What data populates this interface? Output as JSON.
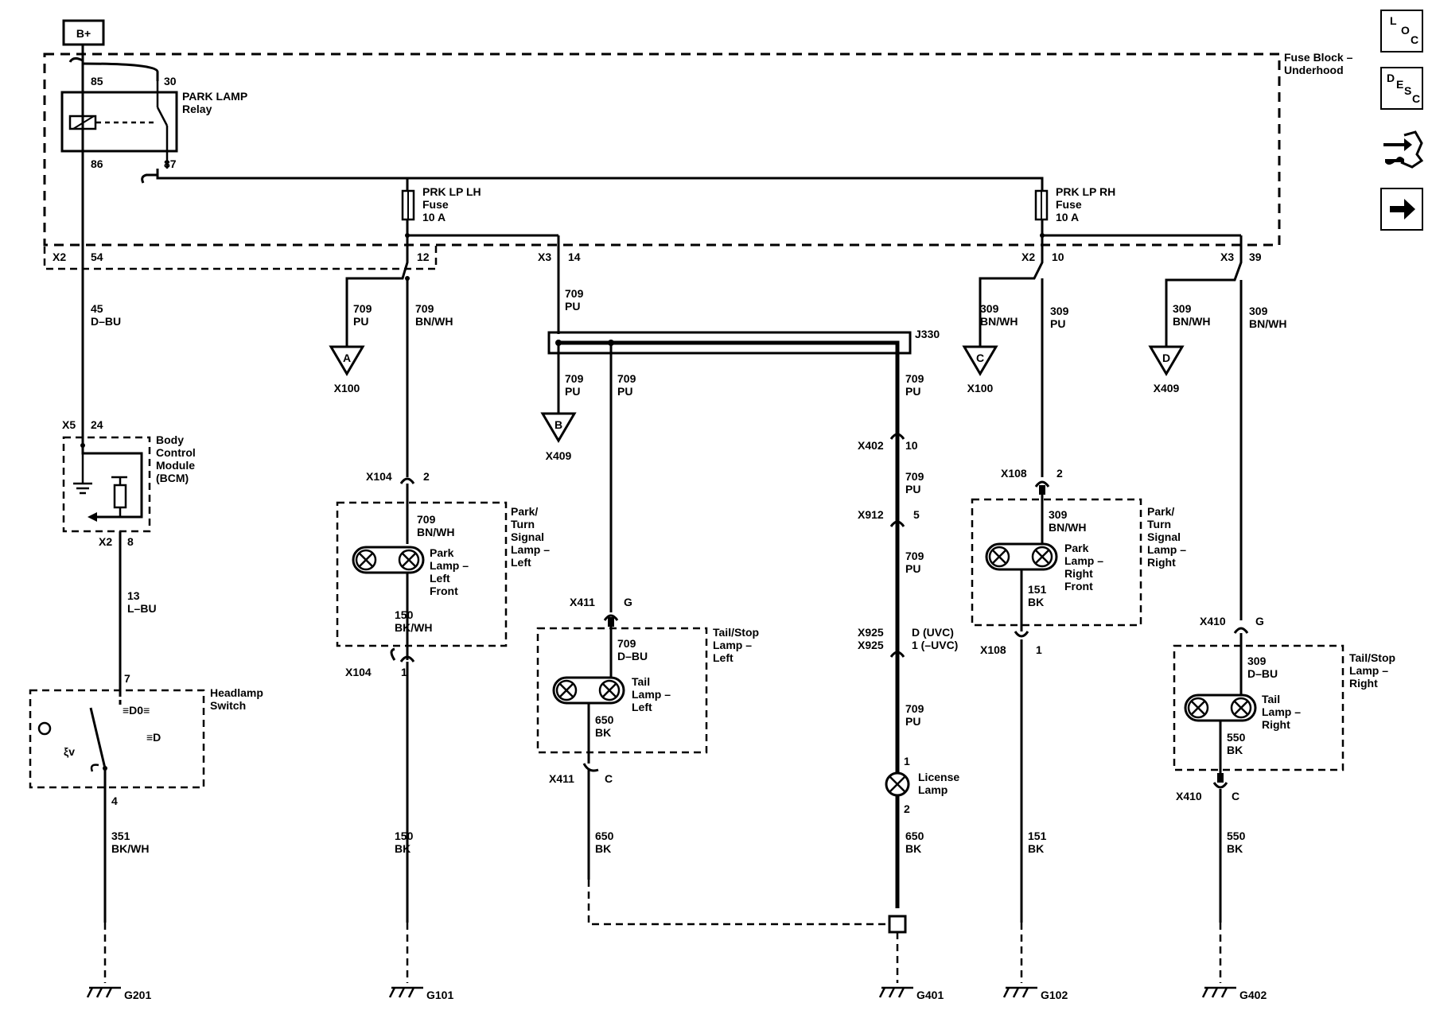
{
  "power_label": "B+",
  "fuse_block": {
    "l1": "Fuse Block –",
    "l2": "Underhood"
  },
  "relay": {
    "l1": "PARK LAMP",
    "l2": "Relay",
    "p85": "85",
    "p30": "30",
    "p86": "86",
    "p87": "87"
  },
  "fuse_lh": {
    "l1": "PRK LP LH",
    "l2": "Fuse",
    "l3": "10 A"
  },
  "fuse_rh": {
    "l1": "PRK LP RH",
    "l2": "Fuse",
    "l3": "10 A"
  },
  "conn": {
    "x2a": "X2",
    "p54": "54",
    "p12": "12",
    "x3a": "X3",
    "p14": "14",
    "x2b": "X2",
    "p10": "10",
    "x3b": "X3",
    "p39": "39",
    "j330": "J330",
    "x5": "X5",
    "p24": "24",
    "x2c": "X2",
    "p8": "8",
    "x104a": "X104",
    "p2a": "2",
    "x104b": "X104",
    "p1a": "1",
    "x411a": "X411",
    "pga": "G",
    "x411b": "X411",
    "pca": "C",
    "x402": "X402",
    "p10b": "10",
    "x912": "X912",
    "p5": "5",
    "x925a": "X925",
    "x925b": "X925",
    "pd": "D (UVC)",
    "p1u": "1 (–UVC)",
    "lic1": "1",
    "lic2": "2",
    "x108a": "X108",
    "p2b": "2",
    "x108b": "X108",
    "p1b": "1",
    "x410a": "X410",
    "pgb": "G",
    "x410b": "X410",
    "pcb": "C",
    "hs7": "7",
    "hs4": "4"
  },
  "wires": {
    "w45a": "45",
    "w45b": "D–BU",
    "w709a": "709",
    "w709b": "PU",
    "w709c": "709",
    "w709d": "BN/WH",
    "w709e": "709",
    "w709f": "PU",
    "w709g": "709",
    "w709h": "PU",
    "w709i": "709",
    "w709j": "PU",
    "w709k": "709",
    "w709l": "PU",
    "w709m": "709",
    "w709n": "PU",
    "w709o": "709",
    "w709p": "PU",
    "w709q": "709",
    "w709r": "PU",
    "w709s": "709",
    "w709t": "BN/WH",
    "w709u": "709",
    "w709v": "D–BU",
    "w150a": "150",
    "w150b": "BK/WH",
    "w150c": "150",
    "w150d": "BK",
    "w650a": "650",
    "w650b": "BK",
    "w650c": "650",
    "w650d": "BK",
    "w650e": "650",
    "w650f": "BK",
    "w309a": "309",
    "w309b": "BN/WH",
    "w309c": "309",
    "w309d": "PU",
    "w309e": "309",
    "w309f": "BN/WH",
    "w309g": "309",
    "w309h": "BN/WH",
    "w309i": "309",
    "w309j": "BN/WH",
    "w309k": "309",
    "w309l": "D–BU",
    "w151a": "151",
    "w151b": "BK",
    "w151c": "151",
    "w151d": "BK",
    "w550a": "550",
    "w550b": "BK",
    "w550c": "550",
    "w550d": "BK",
    "w13a": "13",
    "w13b": "L–BU",
    "w351a": "351",
    "w351b": "BK/WH"
  },
  "offpage": [
    {
      "letter": "A",
      "label": "X100"
    },
    {
      "letter": "B",
      "label": "X409"
    },
    {
      "letter": "C",
      "label": "X100"
    },
    {
      "letter": "D",
      "label": "X409"
    }
  ],
  "components": {
    "bcm": [
      "Body",
      "Control",
      "Module",
      "(BCM)"
    ],
    "park_left_box": [
      "Park/",
      "Turn",
      "Signal",
      "Lamp –",
      "Left"
    ],
    "park_left_lamp": [
      "Park",
      "Lamp –",
      "Left",
      "Front"
    ],
    "tail_left_box": [
      "Tail/Stop",
      "Lamp –",
      "Left"
    ],
    "tail_left_lamp": [
      "Tail",
      "Lamp –",
      "Left"
    ],
    "license": [
      "License",
      "Lamp"
    ],
    "park_right_box": [
      "Park/",
      "Turn",
      "Signal",
      "Lamp –",
      "Right"
    ],
    "park_right_lamp": [
      "Park",
      "Lamp –",
      "Right",
      "Front"
    ],
    "tail_right_box": [
      "Tail/Stop",
      "Lamp –",
      "Right"
    ],
    "tail_right_lamp": [
      "Tail",
      "Lamp –",
      "Right"
    ],
    "headlamp_switch": [
      "Headlamp",
      "Switch"
    ]
  },
  "grounds": [
    "G201",
    "G101",
    "G401",
    "G102",
    "G402"
  ],
  "nav": {
    "loc": {
      "a": "L",
      "b": "O",
      "c": "C"
    },
    "desc": {
      "a": "D",
      "b": "E",
      "c": "S",
      "d": "C"
    },
    "connector_icon": "connector-icon",
    "next_icon": "arrow-right-icon"
  }
}
